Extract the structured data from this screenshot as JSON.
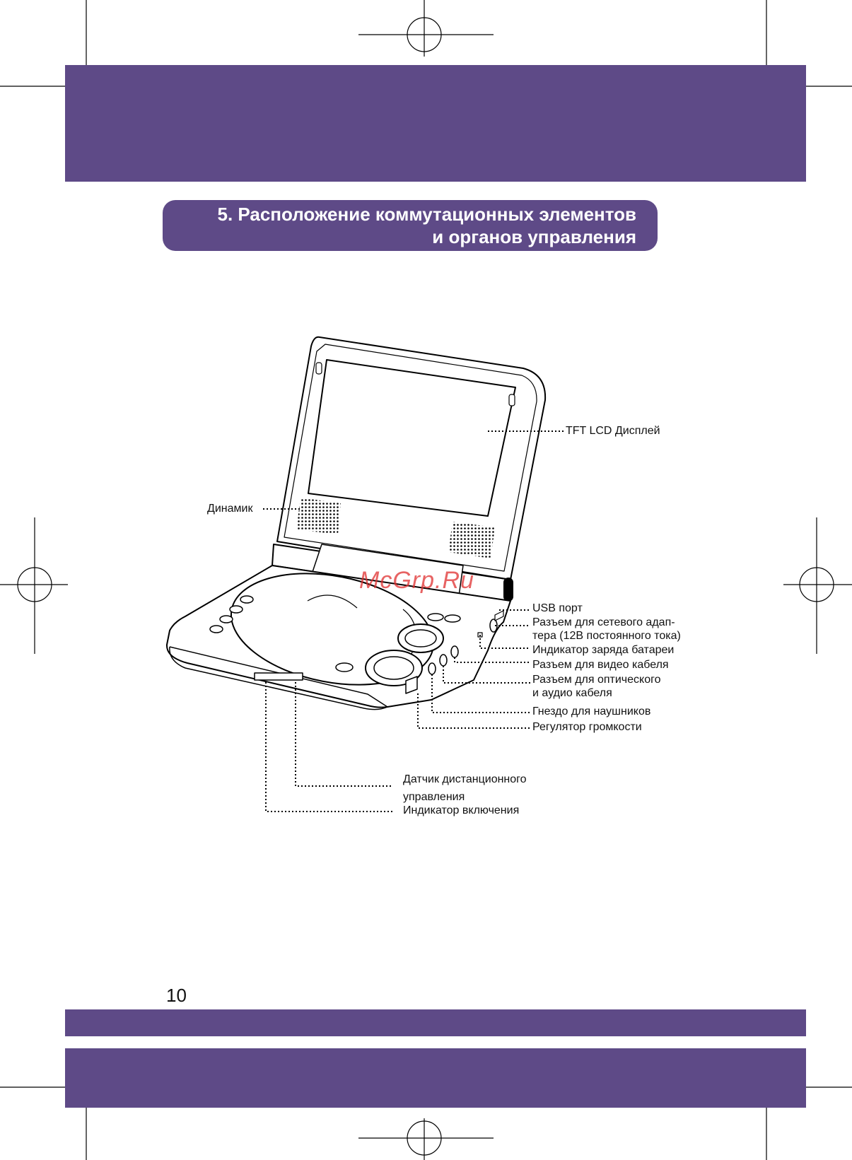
{
  "header": {
    "title_line1": "5. Расположение коммутационных элементов",
    "title_line2": "и органов управления"
  },
  "labels": {
    "display": "TFT LCD Дисплей",
    "speaker": "Динамик",
    "usb": "USB порт",
    "adapter_line1": "Разъем для сетевого адап-",
    "adapter_line2": "тера (12В  постоянного тока)",
    "battery": "Индикатор заряда батареи",
    "video": "Разъем для видео кабеля",
    "optical_line1": "Разъем для оптического",
    "optical_line2": "и аудио кабеля",
    "headphones": "Гнездо для наушников",
    "volume": "Регулятор громкости",
    "remote_line1": "Датчик дистанционного",
    "remote_line2": "управления",
    "power": "Индикатор включения"
  },
  "watermark": "McGrp.Ru",
  "footer": {
    "page_number": "10"
  },
  "colors": {
    "accent": "#5e4a87",
    "watermark": "#e03030"
  }
}
